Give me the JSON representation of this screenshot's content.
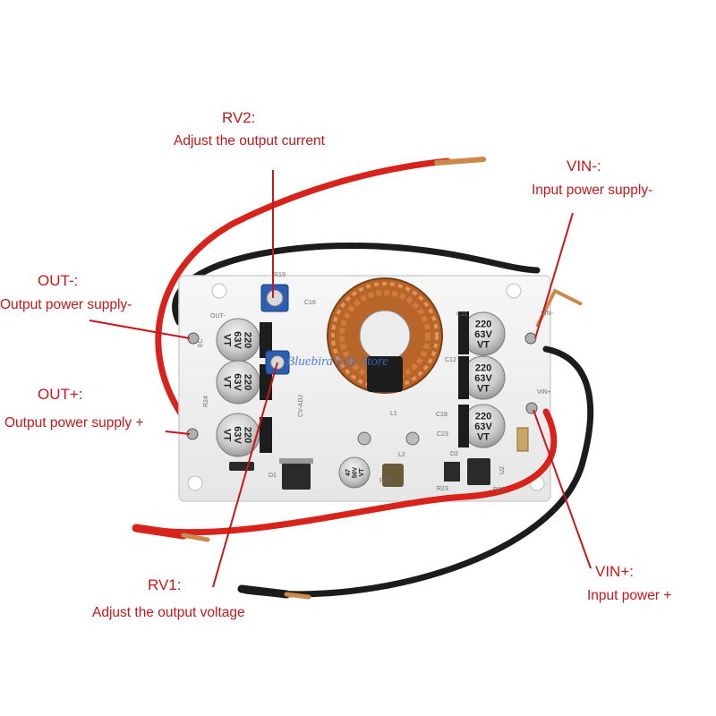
{
  "labels": {
    "rv2": {
      "title": "RV2:",
      "desc": "Adjust the output current"
    },
    "vin_minus": {
      "title": "VIN-:",
      "desc": "Input power supply-"
    },
    "out_minus": {
      "title": "OUT-:",
      "desc": "Output power supply-"
    },
    "out_plus": {
      "title": "OUT+:",
      "desc": "Output power supply +"
    },
    "rv1": {
      "title": "RV1:",
      "desc": "Adjust the output voltage"
    },
    "vin_plus": {
      "title": "VIN+:",
      "desc": "Input power +"
    }
  },
  "board": {
    "capacitor_marking": {
      "value": "220",
      "voltage": "63V",
      "series": "VT"
    },
    "small_capacitor_marking": {
      "value": "47",
      "voltage": "50V",
      "series": "VT"
    },
    "silkscreen": [
      "CV-ADJ",
      "L1",
      "L2",
      "D1",
      "D2",
      "U2",
      "R21",
      "R22",
      "R23",
      "R24",
      "R19",
      "C16",
      "C18",
      "C23",
      "C11",
      "C12",
      "EC",
      "VIN+",
      "VIN-",
      "OUT-"
    ]
  },
  "watermark": "Bluebird Life Store",
  "colors": {
    "label_text": "#c8171b",
    "board": "#f2f2f2",
    "red_wire": "#d8221c",
    "black_wire": "#1c1c1c",
    "copper_coil": "#b8652a",
    "trimpot": "#2c5fb4"
  }
}
